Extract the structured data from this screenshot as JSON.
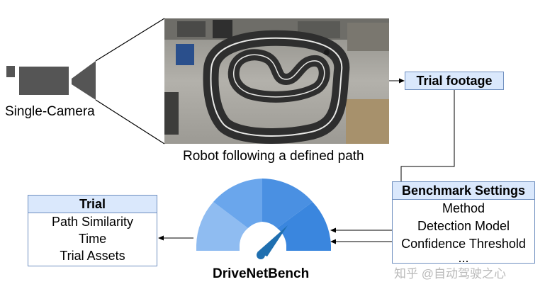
{
  "camera": {
    "label": "Single-Camera"
  },
  "photo": {
    "caption": "Robot following a defined path"
  },
  "trial_footage": {
    "label": "Trial footage"
  },
  "benchmark_settings": {
    "title": "Benchmark Settings",
    "items": [
      "Method",
      "Detection Model",
      "Confidence Threshold",
      "..."
    ]
  },
  "trial": {
    "title": "Trial",
    "items": [
      "Path Similarity",
      "Time",
      "Trial Assets"
    ]
  },
  "gauge": {
    "label": "DriveNetBench"
  },
  "watermark": {
    "text": "知乎 @自动驾驶之心"
  },
  "colors": {
    "box_header": "#dae8fc",
    "box_border": "#6f8fbf",
    "gauge_1": "#8fbcf1",
    "gauge_2": "#6aa6ec",
    "gauge_3": "#4a90e2",
    "gauge_4": "#3a86de",
    "needle": "#1f6fb0",
    "camera_gray": "#555555"
  }
}
